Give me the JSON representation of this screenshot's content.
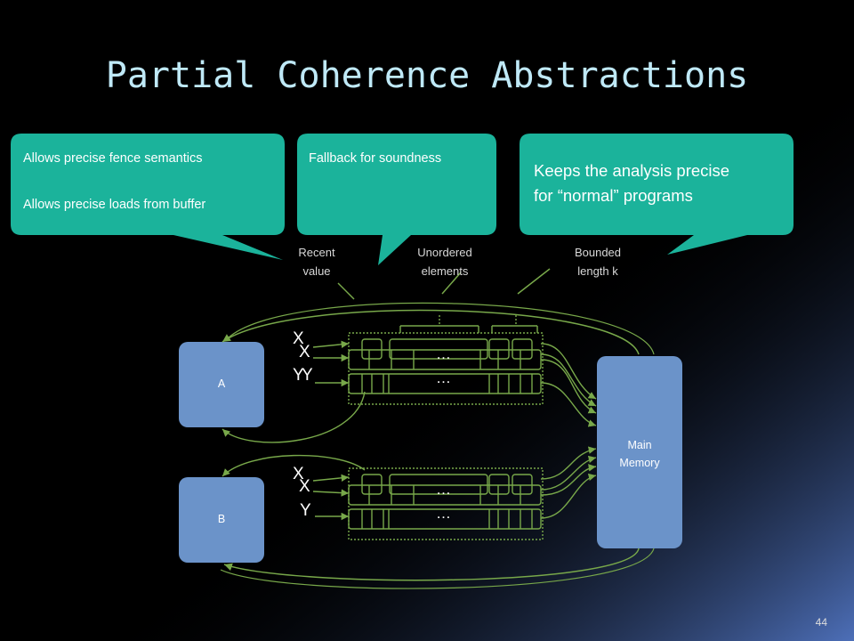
{
  "slide": {
    "title": "Partial Coherence Abstractions",
    "page_number": "44"
  },
  "callouts": {
    "left_line1": "Allows precise fence semantics",
    "left_line2": "Allows precise loads from buffer",
    "middle": "Fallback for soundness",
    "right_line1": "Keeps the analysis precise",
    "right_line2": "for “normal” programs",
    "fill_color": "#1bb39b"
  },
  "labels": {
    "recent_1": "Recent",
    "recent_2": "value",
    "unordered_1": "Unordered",
    "unordered_2": "elements",
    "bounded_1": "Bounded",
    "bounded_2": "length k"
  },
  "nodes": {
    "a": "A",
    "b": "B",
    "memory_1": "Main",
    "memory_2": "Memory",
    "node_color": "#6b93c9"
  },
  "buffers": {
    "x": "X",
    "y": "Y",
    "ellipsis": "…",
    "line_color": "#78a84a"
  }
}
